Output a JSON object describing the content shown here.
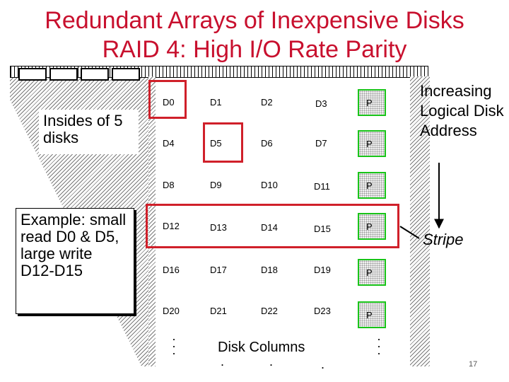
{
  "title": {
    "line1": "Redundant Arrays of Inexpensive Disks",
    "line2": "RAID 4: High I/O Rate Parity"
  },
  "callouts": {
    "insides": "Insides of 5 disks",
    "example": "Example: small read D0 & D5, large write D12-D15"
  },
  "grid": {
    "rows": [
      [
        "D0",
        "D1",
        "D2",
        "D3",
        "P"
      ],
      [
        "D4",
        "D5",
        "D6",
        "D7",
        "P"
      ],
      [
        "D8",
        "D9",
        "D10",
        "D11",
        "P"
      ],
      [
        "D12",
        "D13",
        "D14",
        "D15",
        "P"
      ],
      [
        "D16",
        "D17",
        "D18",
        "D19",
        "P"
      ],
      [
        "D20",
        "D21",
        "D22",
        "D23",
        "P"
      ]
    ]
  },
  "labels": {
    "increasing": "Increasing Logical Disk Address",
    "stripe": "Stripe",
    "disk_columns": "Disk Columns",
    "ellipsis": ". . .",
    "page": "17"
  },
  "colors": {
    "title": "#c8102e",
    "highlight": "#d0202a",
    "parity_border": "#19c419"
  }
}
